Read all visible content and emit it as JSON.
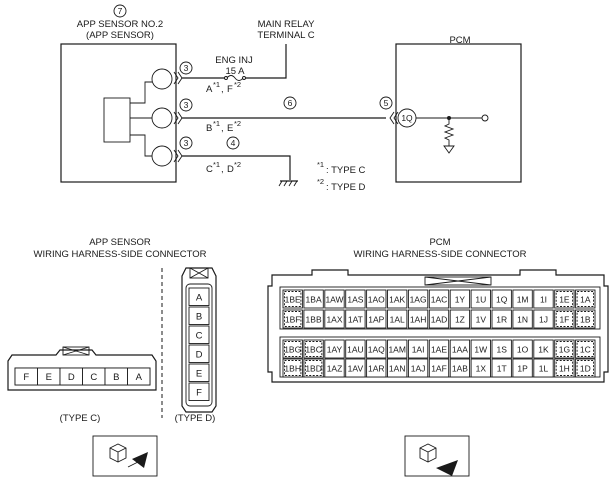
{
  "schematic": {
    "component_number": "7",
    "sensor_title_1": "APP SENSOR NO.2",
    "sensor_title_2": "(APP SENSOR)",
    "main_relay_1": "MAIN RELAY",
    "main_relay_2": "TERMINAL C",
    "pcm_title": "PCM",
    "fuse_name": "ENG INJ",
    "fuse_rating": "15 A",
    "connector_num": "3",
    "wire_num": "6",
    "ground_wire_num": "4",
    "pcm_connector_num": "5",
    "pcm_terminal": "1Q",
    "pins": [
      {
        "type_c": "A",
        "type_d": "F"
      },
      {
        "type_c": "B",
        "type_d": "E"
      },
      {
        "type_c": "C",
        "type_d": "D"
      }
    ],
    "footnote_marker_1": "*1",
    "footnote_marker_2": "*2",
    "legend_1": ": TYPE C",
    "legend_2": ": TYPE D"
  },
  "app_connector": {
    "title_1": "APP SENSOR",
    "title_2": "WIRING HARNESS-SIDE CONNECTOR",
    "type_c_label": "(TYPE C)",
    "type_d_label": "(TYPE D)",
    "type_c_pins": [
      "F",
      "E",
      "D",
      "C",
      "B",
      "A"
    ],
    "type_d_pins": [
      "A",
      "B",
      "C",
      "D",
      "E",
      "F"
    ]
  },
  "pcm_connector": {
    "title_1": "PCM",
    "title_2": "WIRING HARNESS-SIDE CONNECTOR",
    "rows": [
      [
        "1BE",
        "1BA",
        "1AW",
        "1AS",
        "1AO",
        "1AK",
        "1AG",
        "1AC",
        "1Y",
        "1U",
        "1Q",
        "1M",
        "1I",
        "1E",
        "1A"
      ],
      [
        "1BF",
        "1BB",
        "1AX",
        "1AT",
        "1AP",
        "1AL",
        "1AH",
        "1AD",
        "1Z",
        "1V",
        "1R",
        "1N",
        "1J",
        "1F",
        "1B"
      ],
      [
        "1BG",
        "1BC",
        "1AY",
        "1AU",
        "1AQ",
        "1AM",
        "1AI",
        "1AE",
        "1AA",
        "1W",
        "1S",
        "1O",
        "1K",
        "1G",
        "1C"
      ],
      [
        "1BH",
        "1BD",
        "1AZ",
        "1AV",
        "1AR",
        "1AN",
        "1AJ",
        "1AF",
        "1AB",
        "1X",
        "1T",
        "1P",
        "1L",
        "1H",
        "1D"
      ]
    ]
  }
}
